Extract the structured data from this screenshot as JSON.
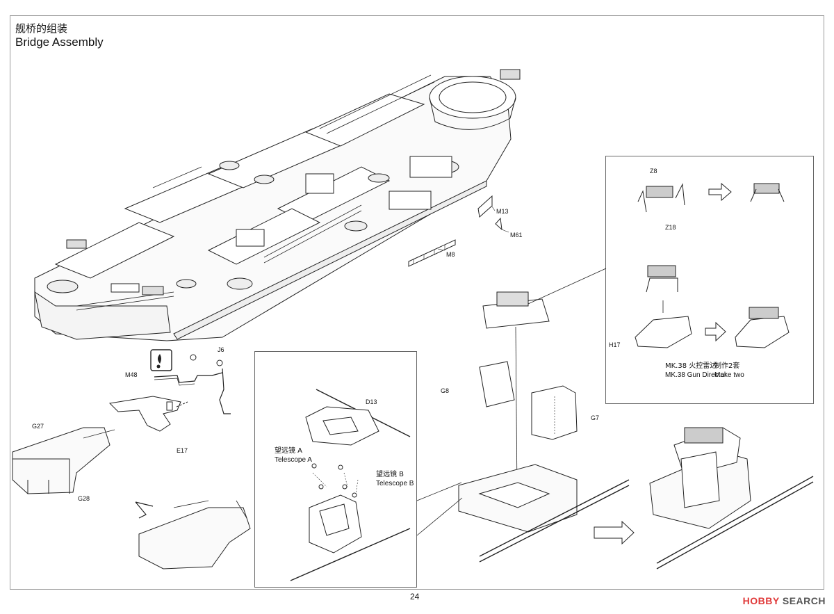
{
  "header": {
    "title_cn": "舰桥的组装",
    "title_en": "Bridge Assembly"
  },
  "labels": {
    "m13": "M13",
    "m61": "M61",
    "m8": "M8",
    "m48": "M48",
    "j6": "J6",
    "e17": "E17",
    "g27": "G27",
    "g28": "G28",
    "d13": "D13",
    "g8": "G8",
    "g7": "G7",
    "h17": "H17",
    "z8": "Z8",
    "z18": "Z18"
  },
  "telescope_a": {
    "cn": "望远镜 A",
    "en": "Telescope A"
  },
  "telescope_b": {
    "cn": "望远镜 B",
    "en": "Telescope B"
  },
  "gun_director": {
    "cn": "MK.38 火控雷达",
    "en": "MK.38 Gun Director"
  },
  "make_two": {
    "cn": "制作2套",
    "en": "Make two"
  },
  "footer": {
    "page_number": "24",
    "watermark_prefix": "HOBBY",
    "watermark_suffix": "SEARCH"
  },
  "icons": [
    "glue-drop-icon",
    "arrow-right-icon"
  ]
}
